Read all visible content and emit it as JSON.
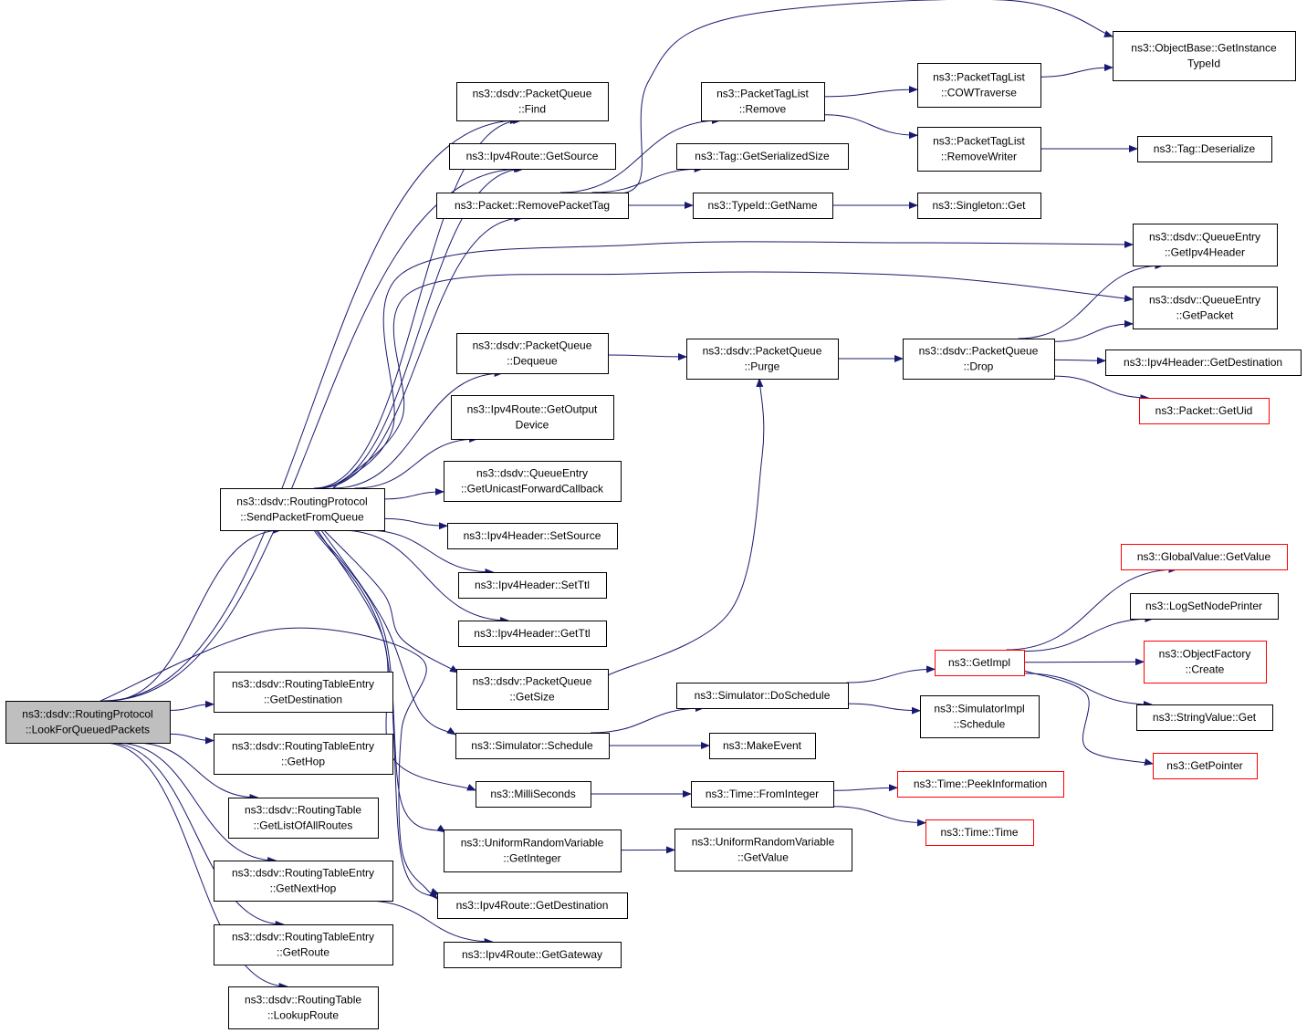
{
  "diagram": {
    "colors": {
      "edge": "#191970",
      "node_border": "#000000",
      "truncated_border": "#ff0000",
      "root_fill": "#bfbfbf",
      "node_fill": "#ffffff"
    },
    "nodes": [
      {
        "id": "root",
        "lines": [
          "ns3::dsdv::RoutingProtocol",
          "::LookForQueuedPackets"
        ],
        "style": "root"
      },
      {
        "id": "spfq",
        "lines": [
          "ns3::dsdv::RoutingProtocol",
          "::SendPacketFromQueue"
        ]
      },
      {
        "id": "pqFind",
        "lines": [
          "ns3::dsdv::PacketQueue",
          "::Find"
        ]
      },
      {
        "id": "ipv4GetSource",
        "lines": [
          "ns3::Ipv4Route::GetSource"
        ]
      },
      {
        "id": "removePacketTag",
        "lines": [
          "ns3::Packet::RemovePacketTag"
        ]
      },
      {
        "id": "ptlRemove",
        "lines": [
          "ns3::PacketTagList",
          "::Remove"
        ]
      },
      {
        "id": "tagGetSerSize",
        "lines": [
          "ns3::Tag::GetSerializedSize"
        ]
      },
      {
        "id": "typeIdGetName",
        "lines": [
          "ns3::TypeId::GetName"
        ]
      },
      {
        "id": "ptlCow",
        "lines": [
          "ns3::PacketTagList",
          "::COWTraverse"
        ]
      },
      {
        "id": "ptlRemoveWriter",
        "lines": [
          "ns3::PacketTagList",
          "::RemoveWriter"
        ]
      },
      {
        "id": "singletonGet",
        "lines": [
          "ns3::Singleton::Get"
        ]
      },
      {
        "id": "objBaseGetInst",
        "lines": [
          "ns3::ObjectBase::GetInstance",
          "TypeId"
        ]
      },
      {
        "id": "tagDeserialize",
        "lines": [
          "ns3::Tag::Deserialize"
        ]
      },
      {
        "id": "qeGetIpv4Header",
        "lines": [
          "ns3::dsdv::QueueEntry",
          "::GetIpv4Header"
        ]
      },
      {
        "id": "qeGetPacket",
        "lines": [
          "ns3::dsdv::QueueEntry",
          "::GetPacket"
        ]
      },
      {
        "id": "pqDequeue",
        "lines": [
          "ns3::dsdv::PacketQueue",
          "::Dequeue"
        ]
      },
      {
        "id": "pqPurge",
        "lines": [
          "ns3::dsdv::PacketQueue",
          "::Purge"
        ]
      },
      {
        "id": "pqDrop",
        "lines": [
          "ns3::dsdv::PacketQueue",
          "::Drop"
        ]
      },
      {
        "id": "ipv4HdrGetDest",
        "lines": [
          "ns3::Ipv4Header::GetDestination"
        ]
      },
      {
        "id": "packetGetUid",
        "lines": [
          "ns3::Packet::GetUid"
        ],
        "style": "trunc"
      },
      {
        "id": "ipv4GetOutDev",
        "lines": [
          "ns3::Ipv4Route::GetOutput",
          "Device"
        ]
      },
      {
        "id": "qeGetUniFwd",
        "lines": [
          "ns3::dsdv::QueueEntry",
          "::GetUnicastForwardCallback"
        ]
      },
      {
        "id": "ipv4HdrSetSource",
        "lines": [
          "ns3::Ipv4Header::SetSource"
        ]
      },
      {
        "id": "ipv4HdrSetTtl",
        "lines": [
          "ns3::Ipv4Header::SetTtl"
        ]
      },
      {
        "id": "ipv4HdrGetTtl",
        "lines": [
          "ns3::Ipv4Header::GetTtl"
        ]
      },
      {
        "id": "pqGetSize",
        "lines": [
          "ns3::dsdv::PacketQueue",
          "::GetSize"
        ]
      },
      {
        "id": "simSchedule",
        "lines": [
          "ns3::Simulator::Schedule"
        ]
      },
      {
        "id": "milliSeconds",
        "lines": [
          "ns3::MilliSeconds"
        ]
      },
      {
        "id": "urvGetInteger",
        "lines": [
          "ns3::UniformRandomVariable",
          "::GetInteger"
        ]
      },
      {
        "id": "ipv4GetDest",
        "lines": [
          "ns3::Ipv4Route::GetDestination"
        ]
      },
      {
        "id": "ipv4GetGateway",
        "lines": [
          "ns3::Ipv4Route::GetGateway"
        ]
      },
      {
        "id": "simDoSchedule",
        "lines": [
          "ns3::Simulator::DoSchedule"
        ]
      },
      {
        "id": "makeEvent",
        "lines": [
          "ns3::MakeEvent"
        ]
      },
      {
        "id": "timeFromInteger",
        "lines": [
          "ns3::Time::FromInteger"
        ]
      },
      {
        "id": "urvGetValue",
        "lines": [
          "ns3::UniformRandomVariable",
          "::GetValue"
        ]
      },
      {
        "id": "getImpl",
        "lines": [
          "ns3::GetImpl"
        ],
        "style": "trunc"
      },
      {
        "id": "simImplSchedule",
        "lines": [
          "ns3::SimulatorImpl",
          "::Schedule"
        ]
      },
      {
        "id": "timePeekInfo",
        "lines": [
          "ns3::Time::PeekInformation"
        ],
        "style": "trunc"
      },
      {
        "id": "timeTime",
        "lines": [
          "ns3::Time::Time"
        ],
        "style": "trunc"
      },
      {
        "id": "globalValueGetValue",
        "lines": [
          "ns3::GlobalValue::GetValue"
        ],
        "style": "trunc"
      },
      {
        "id": "logSetNodePrinter",
        "lines": [
          "ns3::LogSetNodePrinter"
        ]
      },
      {
        "id": "objFactoryCreate",
        "lines": [
          "ns3::ObjectFactory",
          "::Create"
        ],
        "style": "trunc"
      },
      {
        "id": "stringValueGet",
        "lines": [
          "ns3::StringValue::Get"
        ]
      },
      {
        "id": "getPointer",
        "lines": [
          "ns3::GetPointer"
        ],
        "style": "trunc"
      },
      {
        "id": "rteGetDestination",
        "lines": [
          "ns3::dsdv::RoutingTableEntry",
          "::GetDestination"
        ]
      },
      {
        "id": "rteGetHop",
        "lines": [
          "ns3::dsdv::RoutingTableEntry",
          "::GetHop"
        ]
      },
      {
        "id": "rtGetListOfAllRoutes",
        "lines": [
          "ns3::dsdv::RoutingTable",
          "::GetListOfAllRoutes"
        ]
      },
      {
        "id": "rteGetNextHop",
        "lines": [
          "ns3::dsdv::RoutingTableEntry",
          "::GetNextHop"
        ]
      },
      {
        "id": "rteGetRoute",
        "lines": [
          "ns3::dsdv::RoutingTableEntry",
          "::GetRoute"
        ]
      },
      {
        "id": "rtLookupRoute",
        "lines": [
          "ns3::dsdv::RoutingTable",
          "::LookupRoute"
        ]
      }
    ],
    "edges": [
      [
        "root",
        "spfq"
      ],
      [
        "root",
        "pqFind"
      ],
      [
        "root",
        "ipv4GetSource"
      ],
      [
        "root",
        "rteGetDestination"
      ],
      [
        "root",
        "rteGetHop"
      ],
      [
        "root",
        "rtGetListOfAllRoutes"
      ],
      [
        "root",
        "rteGetNextHop"
      ],
      [
        "root",
        "rteGetRoute"
      ],
      [
        "root",
        "rtLookupRoute"
      ],
      [
        "root",
        "ipv4GetDest"
      ],
      [
        "spfq",
        "pqFind"
      ],
      [
        "spfq",
        "ipv4GetSource"
      ],
      [
        "spfq",
        "removePacketTag"
      ],
      [
        "spfq",
        "qeGetIpv4Header"
      ],
      [
        "spfq",
        "qeGetPacket"
      ],
      [
        "spfq",
        "pqDequeue"
      ],
      [
        "spfq",
        "ipv4GetOutDev"
      ],
      [
        "spfq",
        "qeGetUniFwd"
      ],
      [
        "spfq",
        "ipv4HdrSetSource"
      ],
      [
        "spfq",
        "ipv4HdrSetTtl"
      ],
      [
        "spfq",
        "ipv4HdrGetTtl"
      ],
      [
        "spfq",
        "pqGetSize"
      ],
      [
        "spfq",
        "simSchedule"
      ],
      [
        "spfq",
        "milliSeconds"
      ],
      [
        "spfq",
        "urvGetInteger"
      ],
      [
        "spfq",
        "ipv4GetDest"
      ],
      [
        "removePacketTag",
        "ptlRemove"
      ],
      [
        "removePacketTag",
        "tagGetSerSize"
      ],
      [
        "removePacketTag",
        "typeIdGetName"
      ],
      [
        "removePacketTag",
        "objBaseGetInst"
      ],
      [
        "ptlRemove",
        "ptlCow"
      ],
      [
        "ptlRemove",
        "ptlRemoveWriter"
      ],
      [
        "ptlCow",
        "objBaseGetInst"
      ],
      [
        "ptlRemoveWriter",
        "tagDeserialize"
      ],
      [
        "typeIdGetName",
        "singletonGet"
      ],
      [
        "pqDequeue",
        "pqPurge"
      ],
      [
        "pqGetSize",
        "pqPurge"
      ],
      [
        "pqPurge",
        "pqDrop"
      ],
      [
        "pqDrop",
        "qeGetIpv4Header"
      ],
      [
        "pqDrop",
        "qeGetPacket"
      ],
      [
        "pqDrop",
        "ipv4HdrGetDest"
      ],
      [
        "pqDrop",
        "packetGetUid"
      ],
      [
        "simSchedule",
        "simDoSchedule"
      ],
      [
        "simSchedule",
        "makeEvent"
      ],
      [
        "simDoSchedule",
        "getImpl"
      ],
      [
        "simDoSchedule",
        "simImplSchedule"
      ],
      [
        "getImpl",
        "globalValueGetValue"
      ],
      [
        "getImpl",
        "logSetNodePrinter"
      ],
      [
        "getImpl",
        "objFactoryCreate"
      ],
      [
        "getImpl",
        "stringValueGet"
      ],
      [
        "getImpl",
        "getPointer"
      ],
      [
        "milliSeconds",
        "timeFromInteger"
      ],
      [
        "timeFromInteger",
        "timePeekInfo"
      ],
      [
        "timeFromInteger",
        "timeTime"
      ],
      [
        "urvGetInteger",
        "urvGetValue"
      ],
      [
        "rteGetNextHop",
        "ipv4GetGateway"
      ]
    ]
  }
}
